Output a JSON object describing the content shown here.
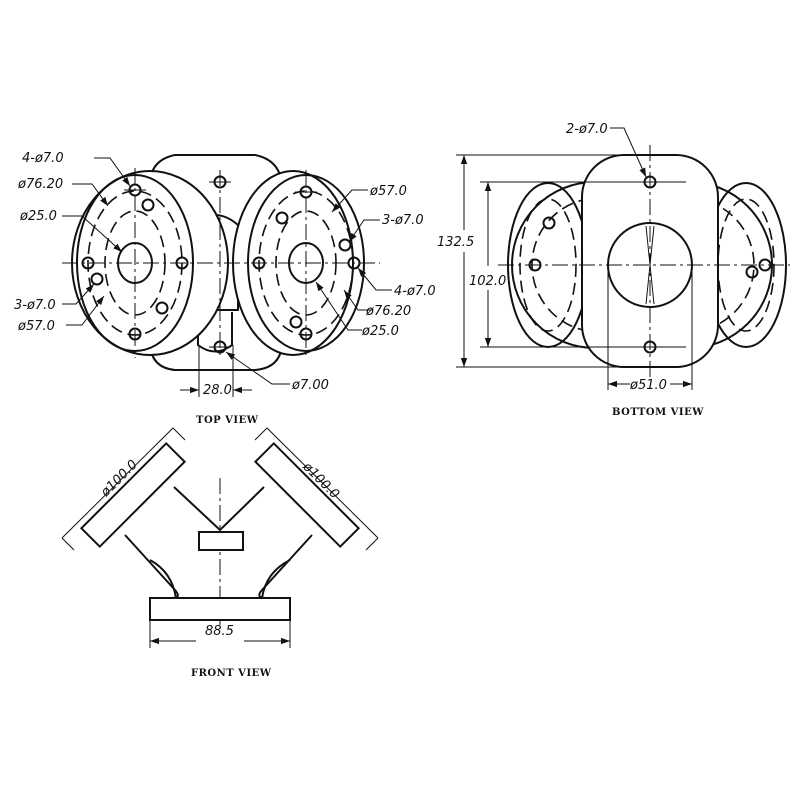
{
  "views": {
    "top": {
      "title": "TOP VIEW",
      "labels": {
        "left_holes_top": "4-ø7.0",
        "left_bolt_circle": "ø76.20",
        "left_center_hole": "ø25.0",
        "left_holes_bottom": "3-ø7.0",
        "left_pitch_circle": "ø57.0",
        "right_pitch_circle": "ø57.0",
        "right_holes_top": "3-ø7.0",
        "right_holes_bottom": "4-ø7.0",
        "right_bolt_circle": "ø76.20",
        "right_center_hole": "ø25.0",
        "base_spacing": "28.0",
        "base_hole": "ø7.00"
      }
    },
    "bottom": {
      "title": "BOTTOM VIEW",
      "labels": {
        "plate_holes": "2-ø7.0",
        "overall_height": "132.5",
        "hole_spacing": "102.0",
        "center_hole": "ø51.0"
      }
    },
    "front": {
      "title": "FRONT VIEW",
      "labels": {
        "left_flange": "ø100.0",
        "right_flange": "ø100.0",
        "base_width": "88.5"
      }
    }
  }
}
